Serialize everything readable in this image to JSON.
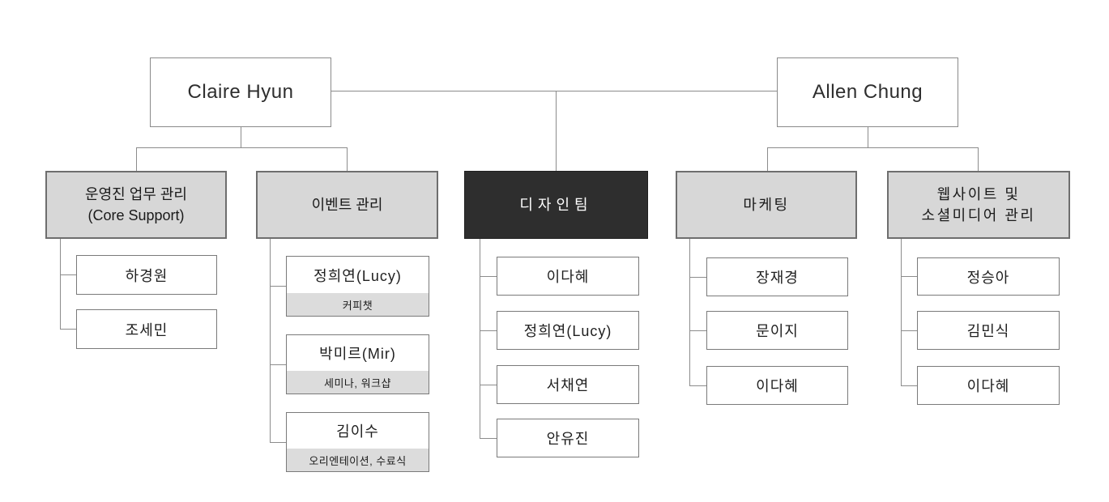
{
  "chart_title": "organization-chart",
  "colors": {
    "dept_fill": "#d7d7d7",
    "dept_dark_fill": "#2e2e2e",
    "role_fill": "#dcdcdc",
    "box_border": "#6e6e6e",
    "member_border": "#7a7a7a",
    "connector_line": "#8c8c8c",
    "text": "#1f1f1f"
  },
  "leaders": [
    {
      "name": "Claire Hyun"
    },
    {
      "name": "Allen Chung"
    }
  ],
  "departments": [
    {
      "title_lines": [
        "운영진 업무 관리",
        "(Core Support)"
      ],
      "variant": "gray",
      "reports_to": "Claire Hyun",
      "members": [
        {
          "name": "하경원"
        },
        {
          "name": "조세민"
        }
      ]
    },
    {
      "title_lines": [
        "이벤트 관리"
      ],
      "variant": "gray",
      "reports_to": "Claire Hyun",
      "members": [
        {
          "name": "정희연(Lucy)",
          "role": "커피챗"
        },
        {
          "name": "박미르(Mir)",
          "role": "세미나, 워크샵"
        },
        {
          "name": "김이수",
          "role": "오리엔테이션, 수료식"
        }
      ]
    },
    {
      "title_lines": [
        "디자인팀"
      ],
      "variant": "dark",
      "reports_to": "Claire Hyun + Allen Chung",
      "members": [
        {
          "name": "이다혜"
        },
        {
          "name": "정희연(Lucy)"
        },
        {
          "name": "서채연"
        },
        {
          "name": "안유진"
        }
      ]
    },
    {
      "title_lines": [
        "마케팅"
      ],
      "variant": "gray",
      "reports_to": "Allen Chung",
      "members": [
        {
          "name": "장재경"
        },
        {
          "name": "문이지"
        },
        {
          "name": "이다혜"
        }
      ]
    },
    {
      "title_lines": [
        "웹사이트 및",
        "소셜미디어 관리"
      ],
      "variant": "gray",
      "reports_to": "Allen Chung",
      "members": [
        {
          "name": "정승아"
        },
        {
          "name": "김민식"
        },
        {
          "name": "이다혜"
        }
      ]
    }
  ]
}
